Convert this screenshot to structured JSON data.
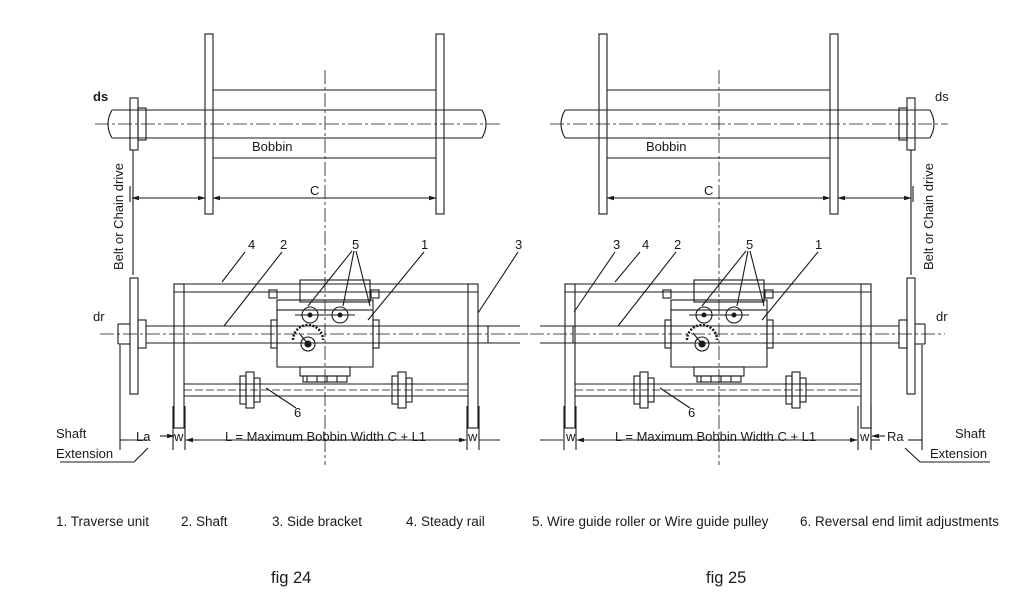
{
  "figures": [
    {
      "caption": "fig 24",
      "labels": {
        "ds": "ds",
        "dr": "dr",
        "bobbin": "Bobbin",
        "c": "C",
        "drive": "Belt or Chain drive",
        "shaft_ext_1": "Shaft",
        "shaft_ext_2": "Extension",
        "end_dim": "La",
        "w_left": "w",
        "w_right": "w",
        "length": "L = Maximum Bobbin Width C + L1",
        "n4": "4",
        "n2": "2",
        "n5": "5",
        "n1": "1",
        "n3": "3",
        "n6": "6"
      }
    },
    {
      "caption": "fig 25",
      "labels": {
        "ds": "ds",
        "dr": "dr",
        "bobbin": "Bobbin",
        "c": "C",
        "drive": "Belt or Chain drive",
        "shaft_ext_1": "Shaft",
        "shaft_ext_2": "Extension",
        "end_dim": "Ra",
        "w_left": "w",
        "w_right": "w",
        "length": "L = Maximum Bobbin Width C + L1",
        "n3": "3",
        "n4": "4",
        "n2": "2",
        "n5": "5",
        "n1": "1",
        "n6": "6"
      }
    }
  ],
  "legend": [
    "1. Traverse unit",
    "2. Shaft",
    "3. Side bracket",
    "4. Steady rail",
    "5.  Wire guide roller or Wire guide pulley",
    "6.  Reversal end limit adjustments"
  ]
}
